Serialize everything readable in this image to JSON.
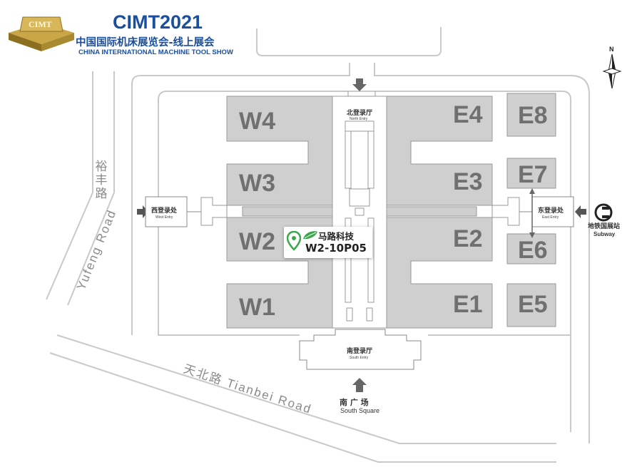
{
  "header": {
    "brand": "CIMT",
    "title": "CIMT2021",
    "subtitle_cn": "中国国际机床展览会-线上展会",
    "subtitle_en": "CHINA INTERNATIONAL MACHINE TOOL SHOW"
  },
  "compass": {
    "label": "N"
  },
  "roads": {
    "yufeng_cn": "裕丰路",
    "yufeng_en": "Yufeng Road",
    "tianbei": "天北路 Tianbei Road"
  },
  "halls": {
    "w4": "W4",
    "w3": "W3",
    "w2": "W2",
    "w1": "W1",
    "e4": "E4",
    "e3": "E3",
    "e2": "E2",
    "e1": "E1",
    "e8": "E8",
    "e7": "E7",
    "e6": "E6",
    "e5": "E5"
  },
  "entries": {
    "north_cn": "北登录厅",
    "north_en": "North Entry",
    "west_cn": "西登录处",
    "west_en": "West Entry",
    "east_cn": "东登录处",
    "east_en": "East Entry",
    "south_cn": "南登录厅",
    "south_en": "South Entry",
    "square_cn": "南 广 场",
    "square_en": "South Square",
    "subway_cn": "地铁国展站",
    "subway_en": "Subway"
  },
  "booth": {
    "company": "马路科技",
    "code": "W2-10P05",
    "pin_color": "#3aa84a"
  },
  "colors": {
    "hall_fill": "#cfcfcf",
    "hall_text": "#707070",
    "road_line": "#c8c8c8",
    "brand_blue": "#1a4fa0",
    "logo_gold": "#b8962e"
  }
}
